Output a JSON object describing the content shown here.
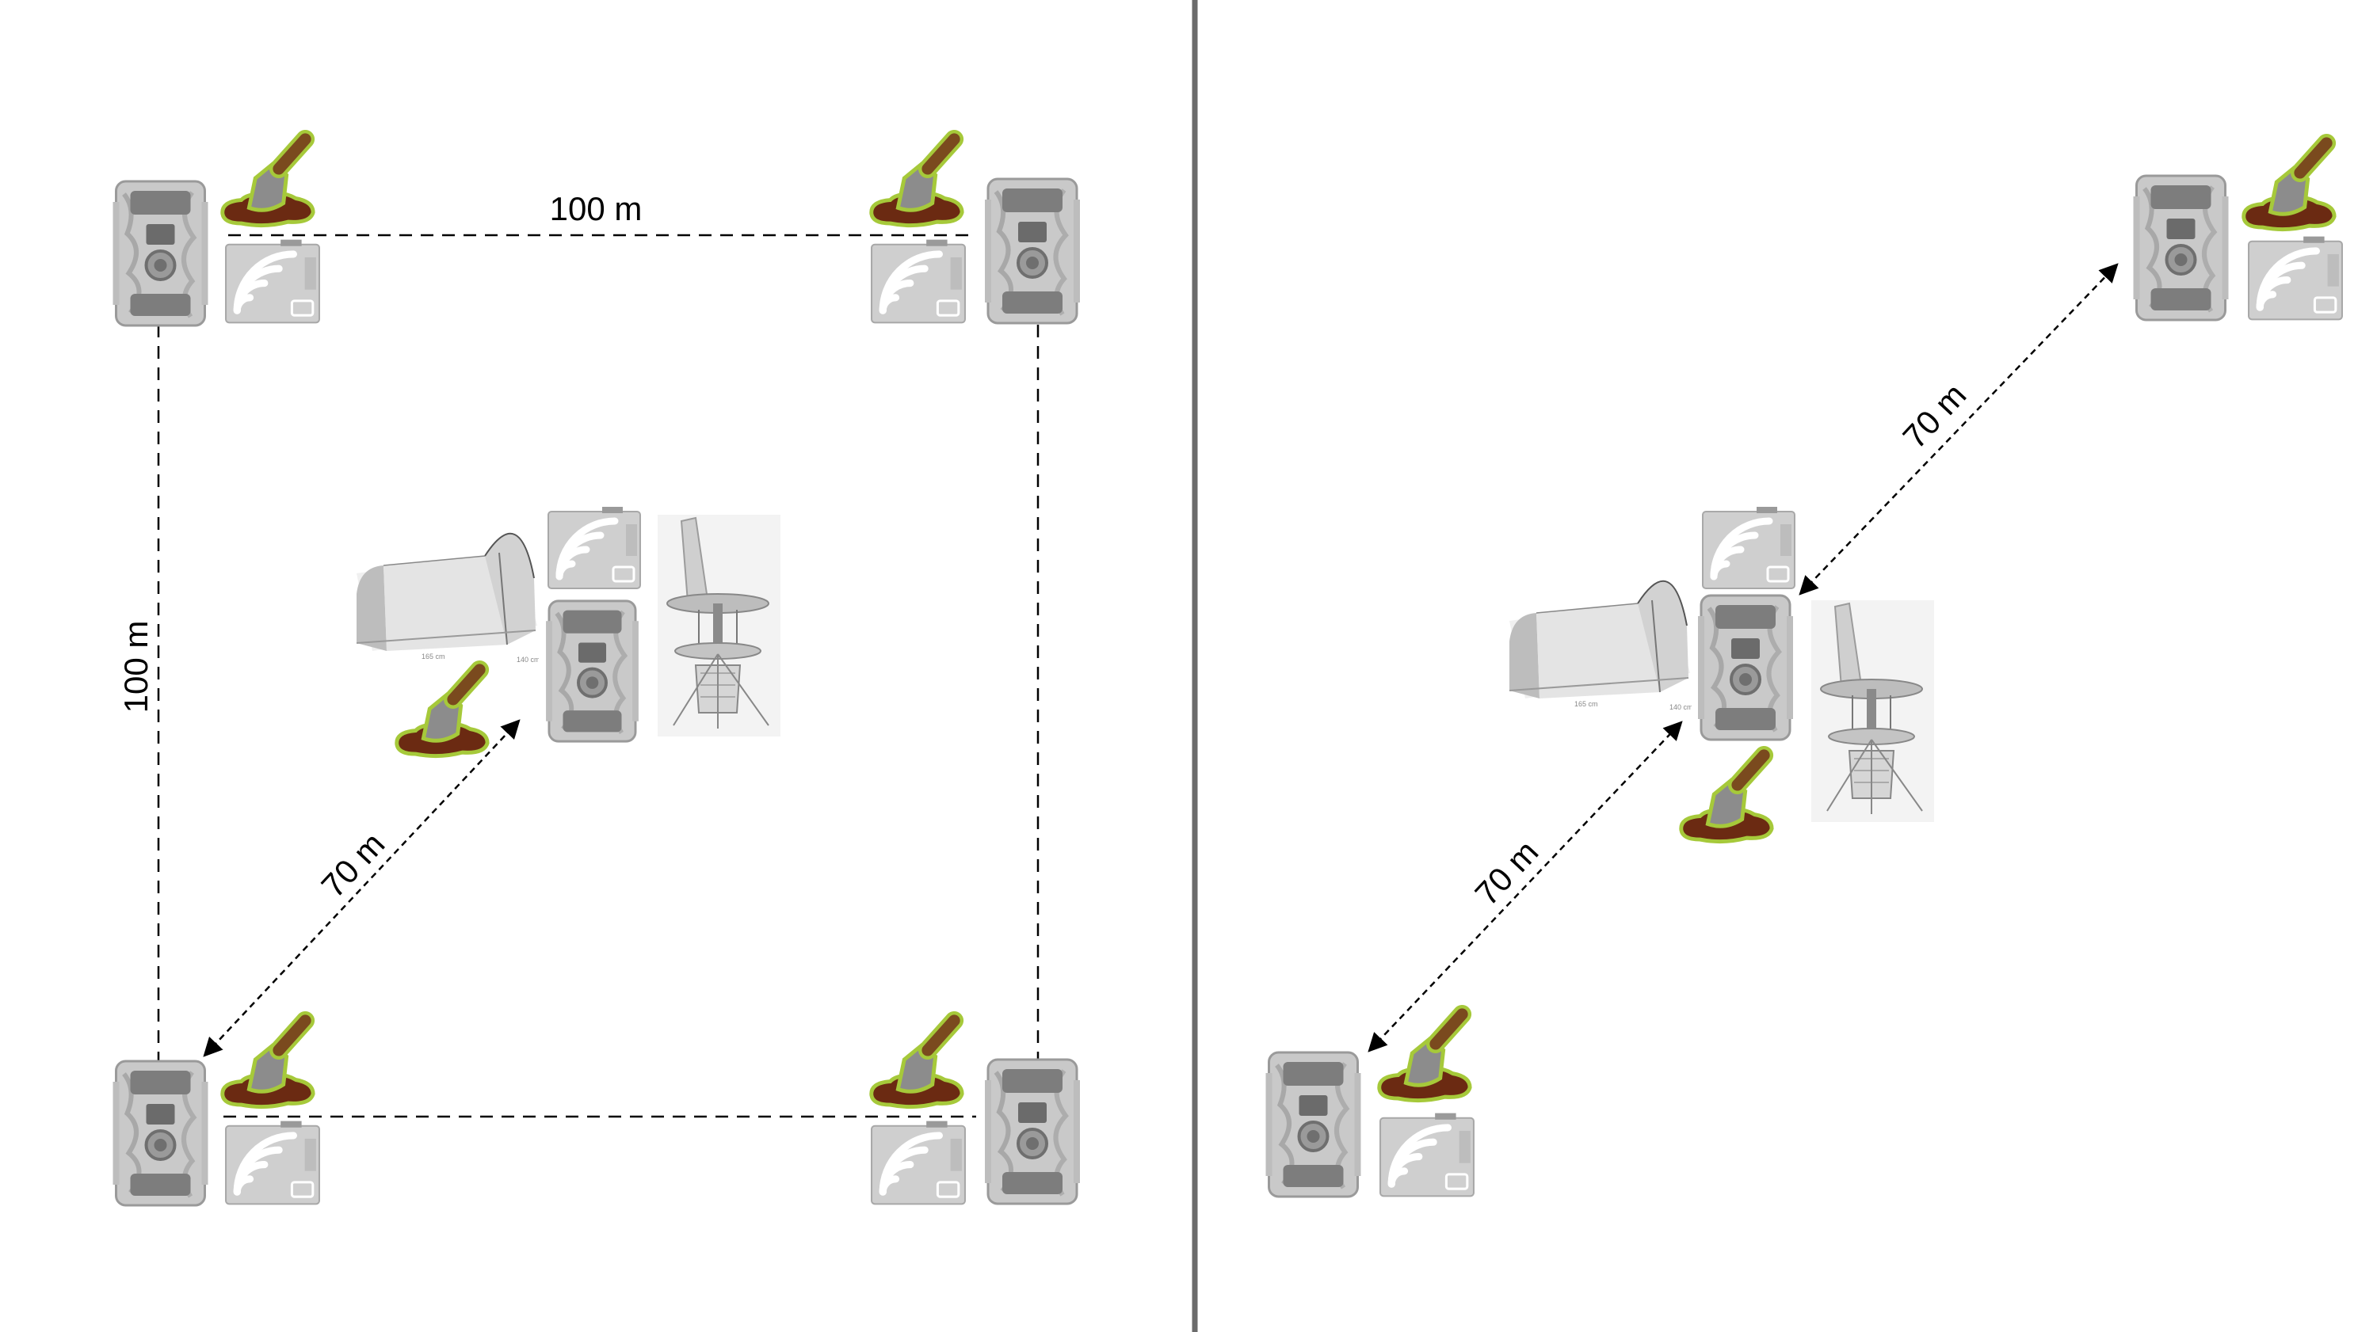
{
  "layouts": [
    {
      "id": "grid",
      "measurements": {
        "side_top": "100 m",
        "side_left": "100 m",
        "diagonal": "70 m"
      },
      "stations": [
        {
          "role": "corner",
          "position": "top-left",
          "devices": [
            "trail-camera",
            "acoustic-recorder",
            "soil-sampling"
          ]
        },
        {
          "role": "corner",
          "position": "top-right",
          "devices": [
            "trail-camera",
            "acoustic-recorder",
            "soil-sampling"
          ]
        },
        {
          "role": "corner",
          "position": "bottom-left",
          "devices": [
            "trail-camera",
            "acoustic-recorder",
            "soil-sampling"
          ]
        },
        {
          "role": "corner",
          "position": "bottom-right",
          "devices": [
            "trail-camera",
            "acoustic-recorder",
            "soil-sampling"
          ]
        },
        {
          "role": "center",
          "position": "center",
          "devices": [
            "malaise-trap",
            "acoustic-recorder",
            "trail-camera",
            "light-trap",
            "soil-sampling"
          ]
        }
      ]
    },
    {
      "id": "transect",
      "measurements": {
        "diagonal_upper": "70 m",
        "diagonal_lower": "70 m"
      },
      "stations": [
        {
          "role": "end",
          "position": "top-right",
          "devices": [
            "trail-camera",
            "acoustic-recorder",
            "soil-sampling"
          ]
        },
        {
          "role": "center",
          "position": "center",
          "devices": [
            "malaise-trap",
            "acoustic-recorder",
            "trail-camera",
            "light-trap",
            "soil-sampling"
          ]
        },
        {
          "role": "end",
          "position": "bottom-left",
          "devices": [
            "trail-camera",
            "acoustic-recorder",
            "soil-sampling"
          ]
        }
      ]
    }
  ]
}
